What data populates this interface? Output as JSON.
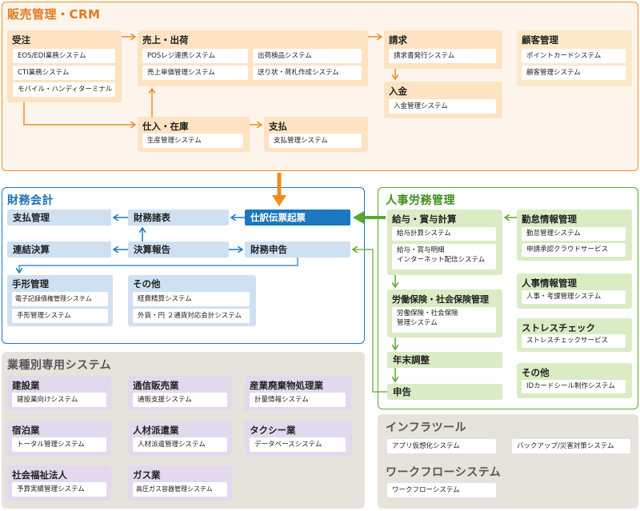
{
  "sales": {
    "title": "販売管理・CRM",
    "order": {
      "title": "受注",
      "items": [
        "EOS/EDI業務システム",
        "CTI業務システム",
        "モバイル・ハンディターミナル"
      ]
    },
    "sales_ship": {
      "title": "売上・出荷",
      "items": [
        "POSレジ連携システム",
        "出荷検品システム",
        "売上単価管理システム",
        "送り状・荷札作成システム"
      ]
    },
    "billing": {
      "title": "請求",
      "items": [
        "請求書発行システム"
      ]
    },
    "deposit": {
      "title": "入金",
      "items": [
        "入金管理システム"
      ]
    },
    "purchase": {
      "title": "仕入・在庫",
      "items": [
        "生産管理システム"
      ]
    },
    "payment": {
      "title": "支払",
      "items": [
        "支払管理システム"
      ]
    },
    "customer": {
      "title": "顧客管理",
      "items": [
        "ポイントカードシステム",
        "顧客管理システム"
      ]
    }
  },
  "finance": {
    "title": "財務会計",
    "pay_mgmt": "支払管理",
    "fin_tables": "財務諸表",
    "journal": "仕訳伝票起票",
    "consolidated": "連結決算",
    "settlement": "決算報告",
    "tax": "財務申告",
    "notes": {
      "title": "手形管理",
      "items": [
        "電子記録債権管理システム",
        "手形管理システム"
      ]
    },
    "other": {
      "title": "その他",
      "items": [
        "経費精算システム",
        "外貨・円 ２通貨対応会計システム"
      ]
    }
  },
  "hr": {
    "title": "人事労務管理",
    "payroll": {
      "title": "給与・賞与計算",
      "items": [
        "給与計算システム",
        "給与・賞与明細",
        "インターネット配信システム"
      ]
    },
    "insurance": {
      "title": "労働保険・社会保険管理",
      "items": [
        "労働保険・社会保険",
        "管理システム"
      ]
    },
    "yearend": "年末調整",
    "report": "申告",
    "attendance": {
      "title": "勤怠情報管理",
      "items": [
        "勤怠管理システム",
        "申請承認クラウドサービス"
      ]
    },
    "personnel": {
      "title": "人事情報管理",
      "items": [
        "人事・考課管理システム"
      ]
    },
    "stress": {
      "title": "ストレスチェック",
      "items": [
        "ストレスチェックサービス"
      ]
    },
    "other": {
      "title": "その他",
      "items": [
        "IDカードシール制作システム"
      ]
    }
  },
  "industry": {
    "title": "業種別専用システム",
    "construction": {
      "title": "建設業",
      "item": "建設業向けシステム"
    },
    "mailorder": {
      "title": "通信販売業",
      "item": "通販支援システム"
    },
    "waste": {
      "title": "産業廃棄物処理業",
      "item": "計量情報システム"
    },
    "lodging": {
      "title": "宿泊業",
      "item": "トータル管理システム"
    },
    "staffing": {
      "title": "人材派遣業",
      "item": "人材派遣管理システム"
    },
    "taxi": {
      "title": "タクシー業",
      "item": "データベースシステム"
    },
    "welfare": {
      "title": "社会福祉法人",
      "item": "予算実績管理システム"
    },
    "gas": {
      "title": "ガス業",
      "item": "高圧ガス容器管理システム"
    }
  },
  "infra": {
    "title": "インフラツール",
    "items": [
      "アプリ仮想化システム",
      "バックアップ/災害対策システム"
    ],
    "workflow_title": "ワークフローシステム",
    "workflow_item": "ワークフローシステム"
  },
  "colors": {
    "orange": "#f28c1e",
    "blue": "#1a78c2",
    "green": "#5aa82a",
    "gray": "#9a9186"
  }
}
